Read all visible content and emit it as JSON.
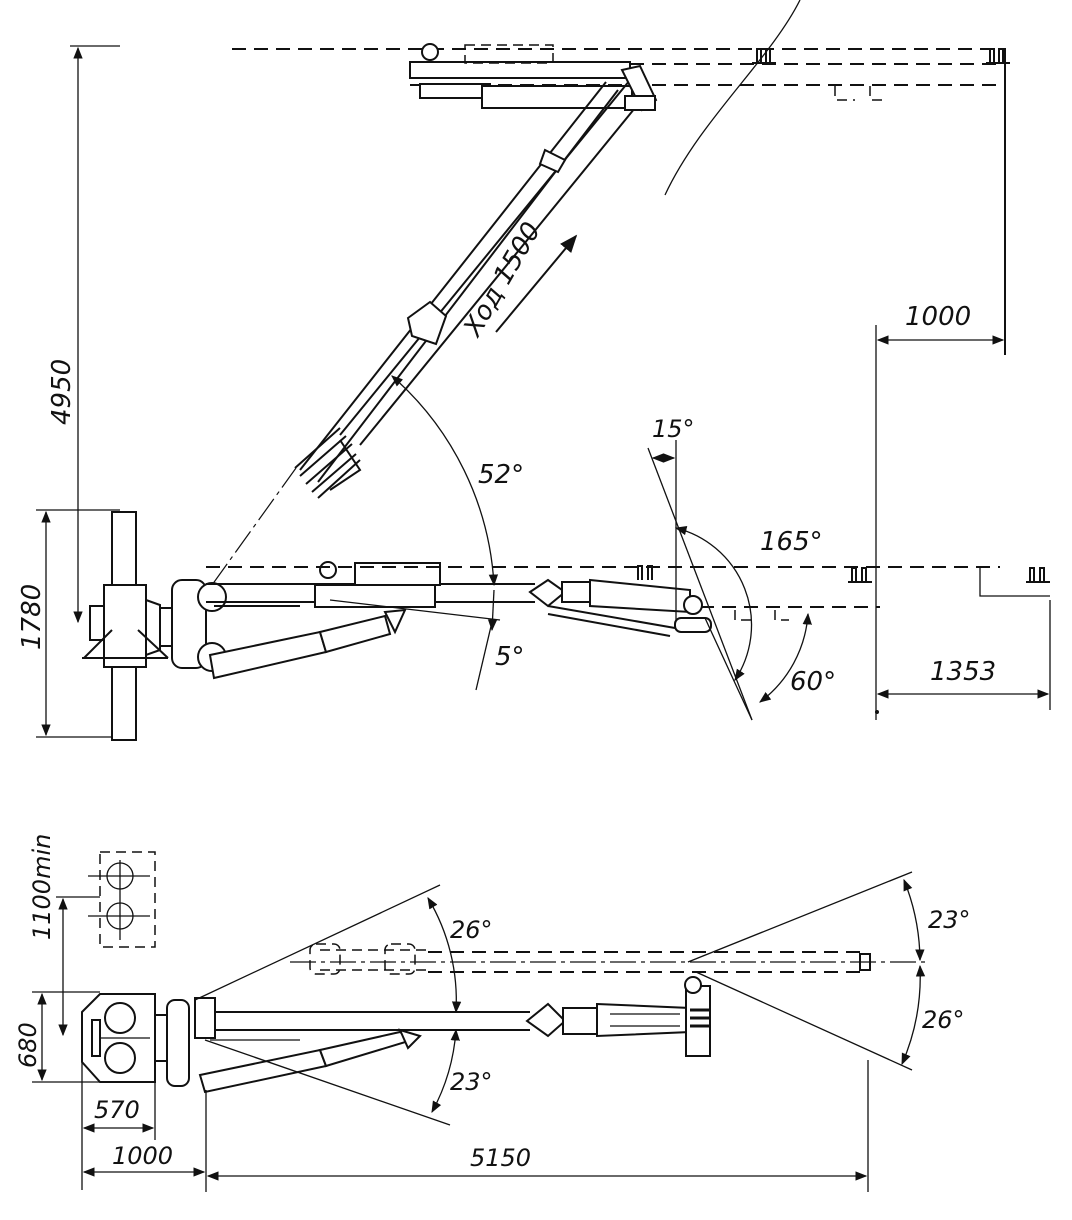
{
  "dimensions": {
    "height_main": "4950",
    "height_base": "1780",
    "stroke": "Ход 1500",
    "offset_top": "1000",
    "offset_bottom": "1353",
    "min_gap": "1100min",
    "width_plan": "680",
    "base_width": "570",
    "base_offset": "1000",
    "total_length": "5150"
  },
  "angles": {
    "boom_lift": "52°",
    "boom_down": "5°",
    "tilt": "15°",
    "rotation": "165°",
    "swing": "60°",
    "plan_left_up": "26°",
    "plan_left_down": "23°",
    "plan_right_up": "23°",
    "plan_right_down": "26°"
  }
}
